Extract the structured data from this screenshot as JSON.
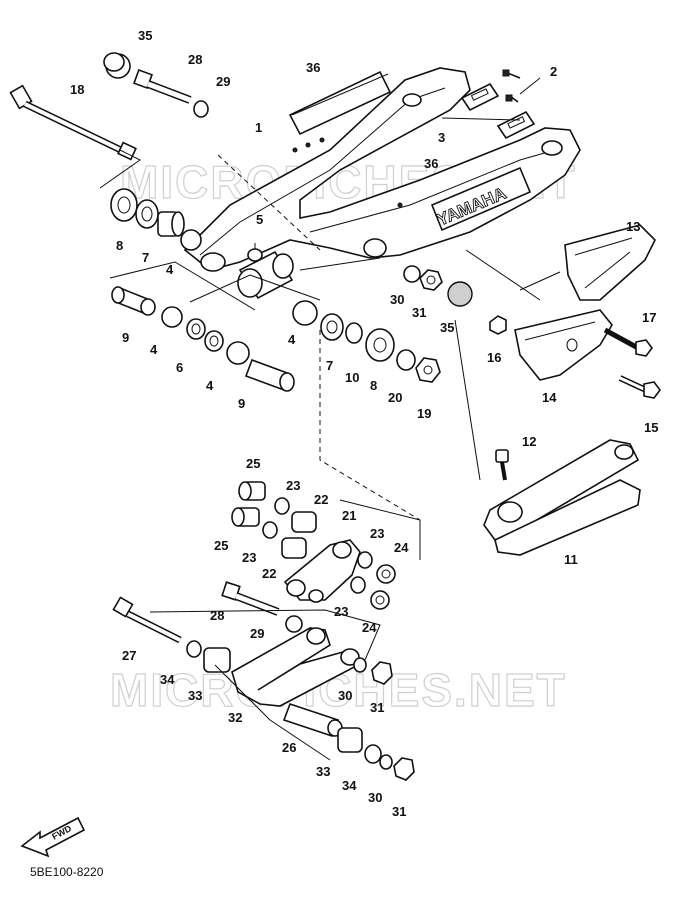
{
  "diagram": {
    "watermark": "MICROFICHES.NET",
    "brand_text": "YAMAHA",
    "fwd_label": "FWD",
    "footer_code": "5BE100-8220",
    "callouts": {
      "n1": "1",
      "n2": "2",
      "n3": "3",
      "n4": "4",
      "n5": "5",
      "n6": "6",
      "n7": "7",
      "n8": "8",
      "n9": "9",
      "n10": "10",
      "n11": "11",
      "n12": "12",
      "n13": "13",
      "n14": "14",
      "n15": "15",
      "n16": "16",
      "n17": "17",
      "n18": "18",
      "n19": "19",
      "n20": "20",
      "n21": "21",
      "n22": "22",
      "n23": "23",
      "n24": "24",
      "n25": "25",
      "n26": "26",
      "n27": "27",
      "n28": "28",
      "n29": "29",
      "n30": "30",
      "n31": "31",
      "n32": "32",
      "n33": "33",
      "n34": "34",
      "n35": "35",
      "n36": "36"
    }
  }
}
